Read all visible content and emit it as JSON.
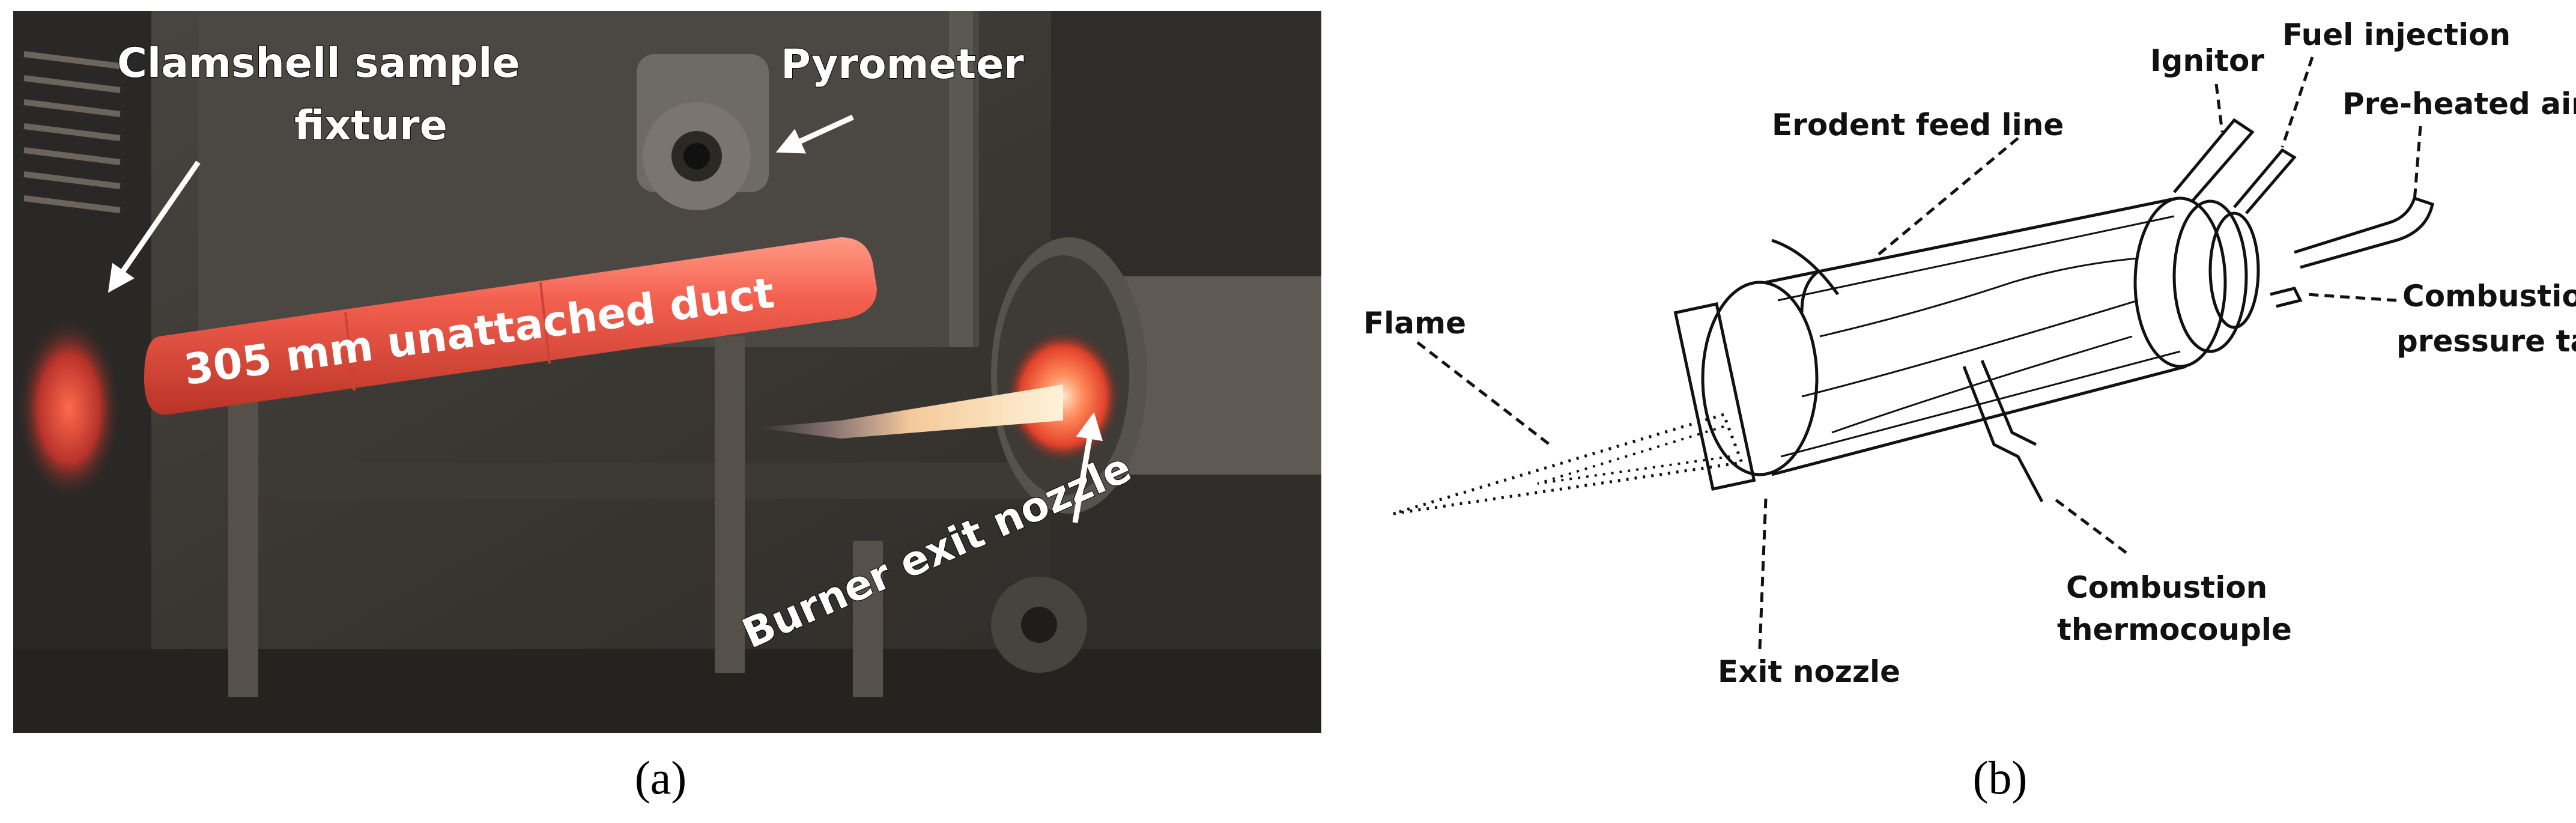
{
  "panel_a": {
    "caption": "(a)",
    "labels": {
      "clamshell_line1": "Clamshell sample",
      "clamshell_line2": "fixture",
      "pyrometer": "Pyrometer",
      "duct": "305 mm unattached duct",
      "burner": "Burner exit nozzle"
    }
  },
  "panel_b": {
    "caption": "(b)",
    "labels": {
      "ignitor": "Ignitor",
      "fuel": "Fuel injection",
      "preheated": "Pre-heated air",
      "erodent": "Erodent feed line",
      "flame": "Flame",
      "pressure_line1": "Combustion",
      "pressure_line2": "pressure tap",
      "thermo_line1": "Combustion",
      "thermo_line2": "thermocouple",
      "exit": "Exit nozzle"
    }
  },
  "colors": {
    "duct_glow": "#f2574a",
    "photo_dark": "#3a3733",
    "flame_core": "#f6d2a0",
    "label_white": "#ffffff"
  }
}
